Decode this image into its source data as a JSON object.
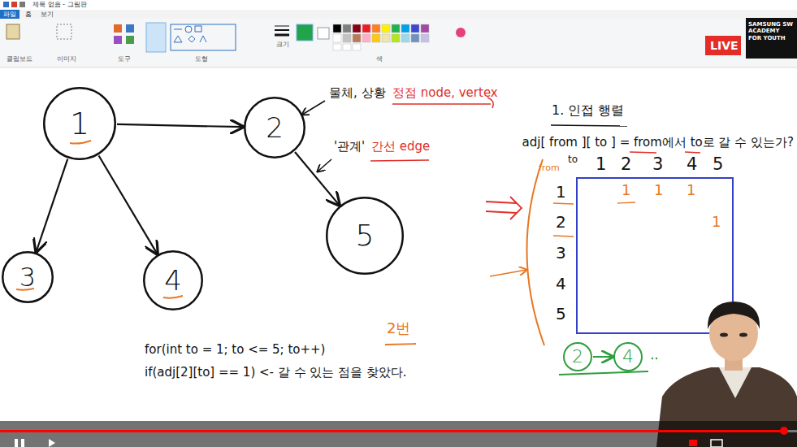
{
  "diagram": {
    "nodes": [
      {
        "text": [
          "1"
        ]
      },
      {
        "text": [
          "2"
        ]
      },
      {
        "text": [
          "3"
        ]
      },
      {
        "text": [
          "4"
        ]
      },
      {
        "text": [
          "5"
        ]
      },
      {
        "text": [
          "2"
        ]
      },
      {
        "text": [
          "4"
        ]
      }
    ],
    "edges": [
      {
        "from": 0,
        "to": 1,
        "arrow": "to"
      },
      {
        "from": 0,
        "to": 2,
        "arrow": "to"
      },
      {
        "from": 0,
        "to": 3,
        "arrow": "to"
      },
      {
        "from": 1,
        "to": 4,
        "arrow": "to"
      },
      {
        "from": 5,
        "to": 6,
        "arrow": "to"
      }
    ],
    "labels": [
      "제목 없음 - 그림판",
      "파일",
      "홈",
      "보기",
      "클립보드",
      "이미지",
      "도구",
      "도형",
      "크기",
      "색",
      "LIVE",
      "SAMSUNG SW ACADEMY FOR YOUTH",
      "물체, 상황",
      "정점 node, vertex",
      "'관계'",
      "간선 edge",
      "1. 인접 행렬",
      "adj[ from ][ to ] = from에서 to로 갈 수 있는가?",
      "from",
      "to",
      "1",
      "2",
      "3",
      "4",
      "5",
      "1",
      "2",
      "3",
      "4",
      "5",
      "1",
      "1",
      "1",
      "1",
      "2번",
      "for(int to = 1; to <= 5; to++)",
      "if(adj[2][to] == 1) <- 갈 수 있는 점을 찾았다."
    ]
  }
}
